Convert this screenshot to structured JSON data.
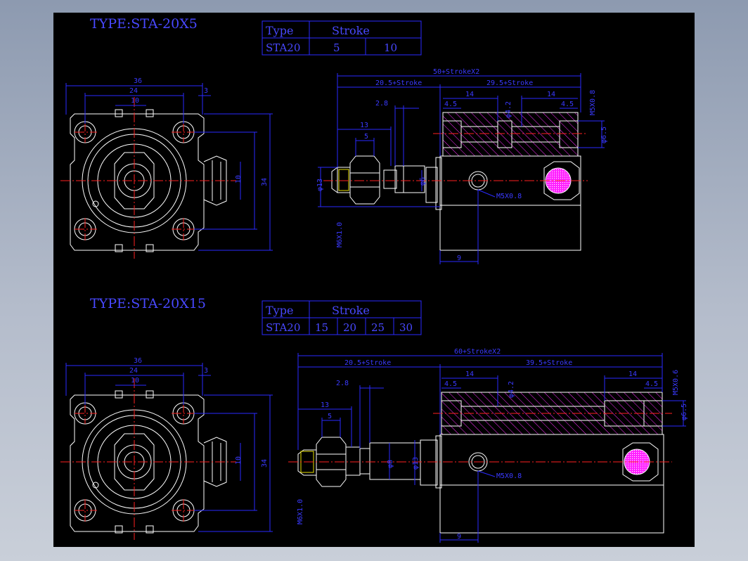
{
  "drawing_1": {
    "title": "TYPE:STA-20X5",
    "table": {
      "col1": "Type",
      "col2": "Stroke",
      "model": "STA20",
      "strokes": [
        "5",
        "10"
      ]
    },
    "front": {
      "d_36": "36",
      "d_24": "24",
      "d_10": "10",
      "d_3": "3",
      "d_34": "34",
      "d_10v": "10"
    },
    "side": {
      "total": "50+StrokeX2",
      "left": "20.5+Stroke",
      "right": "29.5+Stroke",
      "d14a": "14",
      "d14b": "14",
      "d45a": "4.5",
      "d45b": "4.5",
      "d42": "φ4.2",
      "m5x08a": "M5X0.8",
      "d65": "φ6.5",
      "d28": "2.8",
      "d13": "13",
      "d5": "5",
      "d13v": "φ13",
      "d6": "φ6",
      "m6": "M6X1.0",
      "port": "M5X0.8",
      "d9": "9"
    }
  },
  "drawing_2": {
    "title": "TYPE:STA-20X15",
    "table": {
      "col1": "Type",
      "col2": "Stroke",
      "model": "STA20",
      "strokes": [
        "15",
        "20",
        "25",
        "30"
      ]
    },
    "front": {
      "d_36": "36",
      "d_24": "24",
      "d_10": "10",
      "d_3": "3",
      "d_34": "34",
      "d_10v": "10"
    },
    "side": {
      "total": "60+StrokeX2",
      "left": "20.5+Stroke",
      "right": "39.5+Stroke",
      "d14a": "14",
      "d14b": "14",
      "d45a": "4.5",
      "d45b": "4.5",
      "d42": "φ4.2",
      "m5x08a": "M5X0.6",
      "d65": "φ6.5",
      "d28": "2.8",
      "d13": "13",
      "d5": "5",
      "d13v": "φ13",
      "d6": "φ8",
      "m6": "M6X1.0",
      "port": "M5X0.8",
      "d9": "9"
    }
  },
  "colors": {
    "background": "#000000",
    "outline": "#ffffff",
    "dimension": "#2a2aff",
    "centerline": "#ff2020",
    "hatch": "#ff30ff",
    "thread": "#e8e000"
  }
}
